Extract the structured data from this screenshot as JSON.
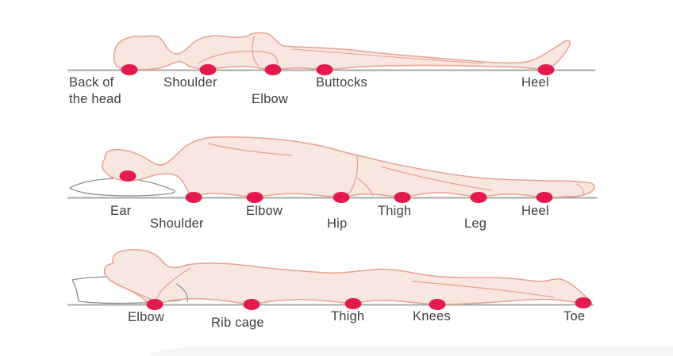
{
  "colors": {
    "body_fill": "#f8e6e1",
    "body_outline": "#e8a28d",
    "dot": "#e31b4c",
    "surface_line": "#a9a9a9",
    "pillow_fill": "#ffffff",
    "pillow_outline": "#8e8e8e",
    "label_text": "#3f3e41"
  },
  "figures": [
    {
      "points": [
        {
          "label": "Back of the head"
        },
        {
          "label": "Shoulder"
        },
        {
          "label": "Elbow"
        },
        {
          "label": "Buttocks"
        },
        {
          "label": "Heel"
        }
      ]
    },
    {
      "points": [
        {
          "label": "Ear"
        },
        {
          "label": "Shoulder"
        },
        {
          "label": "Elbow"
        },
        {
          "label": "Hip"
        },
        {
          "label": "Thigh"
        },
        {
          "label": "Leg"
        },
        {
          "label": "Heel"
        }
      ]
    },
    {
      "points": [
        {
          "label": "Elbow"
        },
        {
          "label": "Rib cage"
        },
        {
          "label": "Thigh"
        },
        {
          "label": "Knees"
        },
        {
          "label": "Toe"
        }
      ]
    }
  ]
}
